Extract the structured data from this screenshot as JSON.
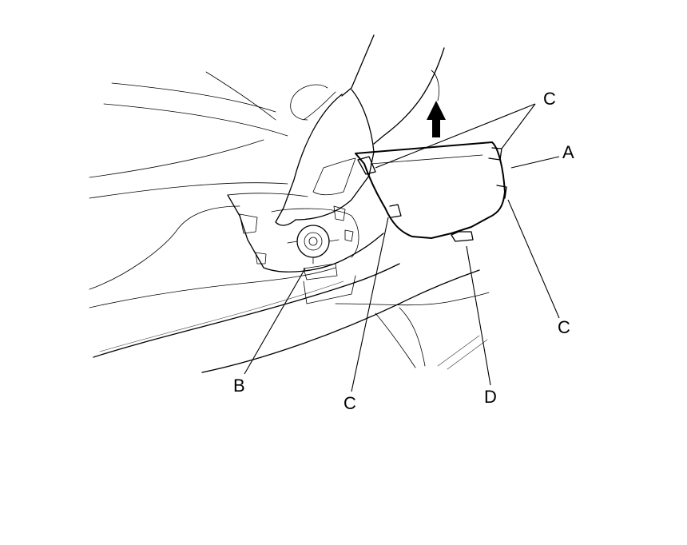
{
  "callouts": {
    "a": "A",
    "b": "B",
    "c_top": "C",
    "c_right": "C",
    "c_bottom": "C",
    "d": "D"
  },
  "icons": {
    "direction": "arrow-up-icon"
  },
  "colors": {
    "line": "#000000",
    "background": "#ffffff"
  }
}
